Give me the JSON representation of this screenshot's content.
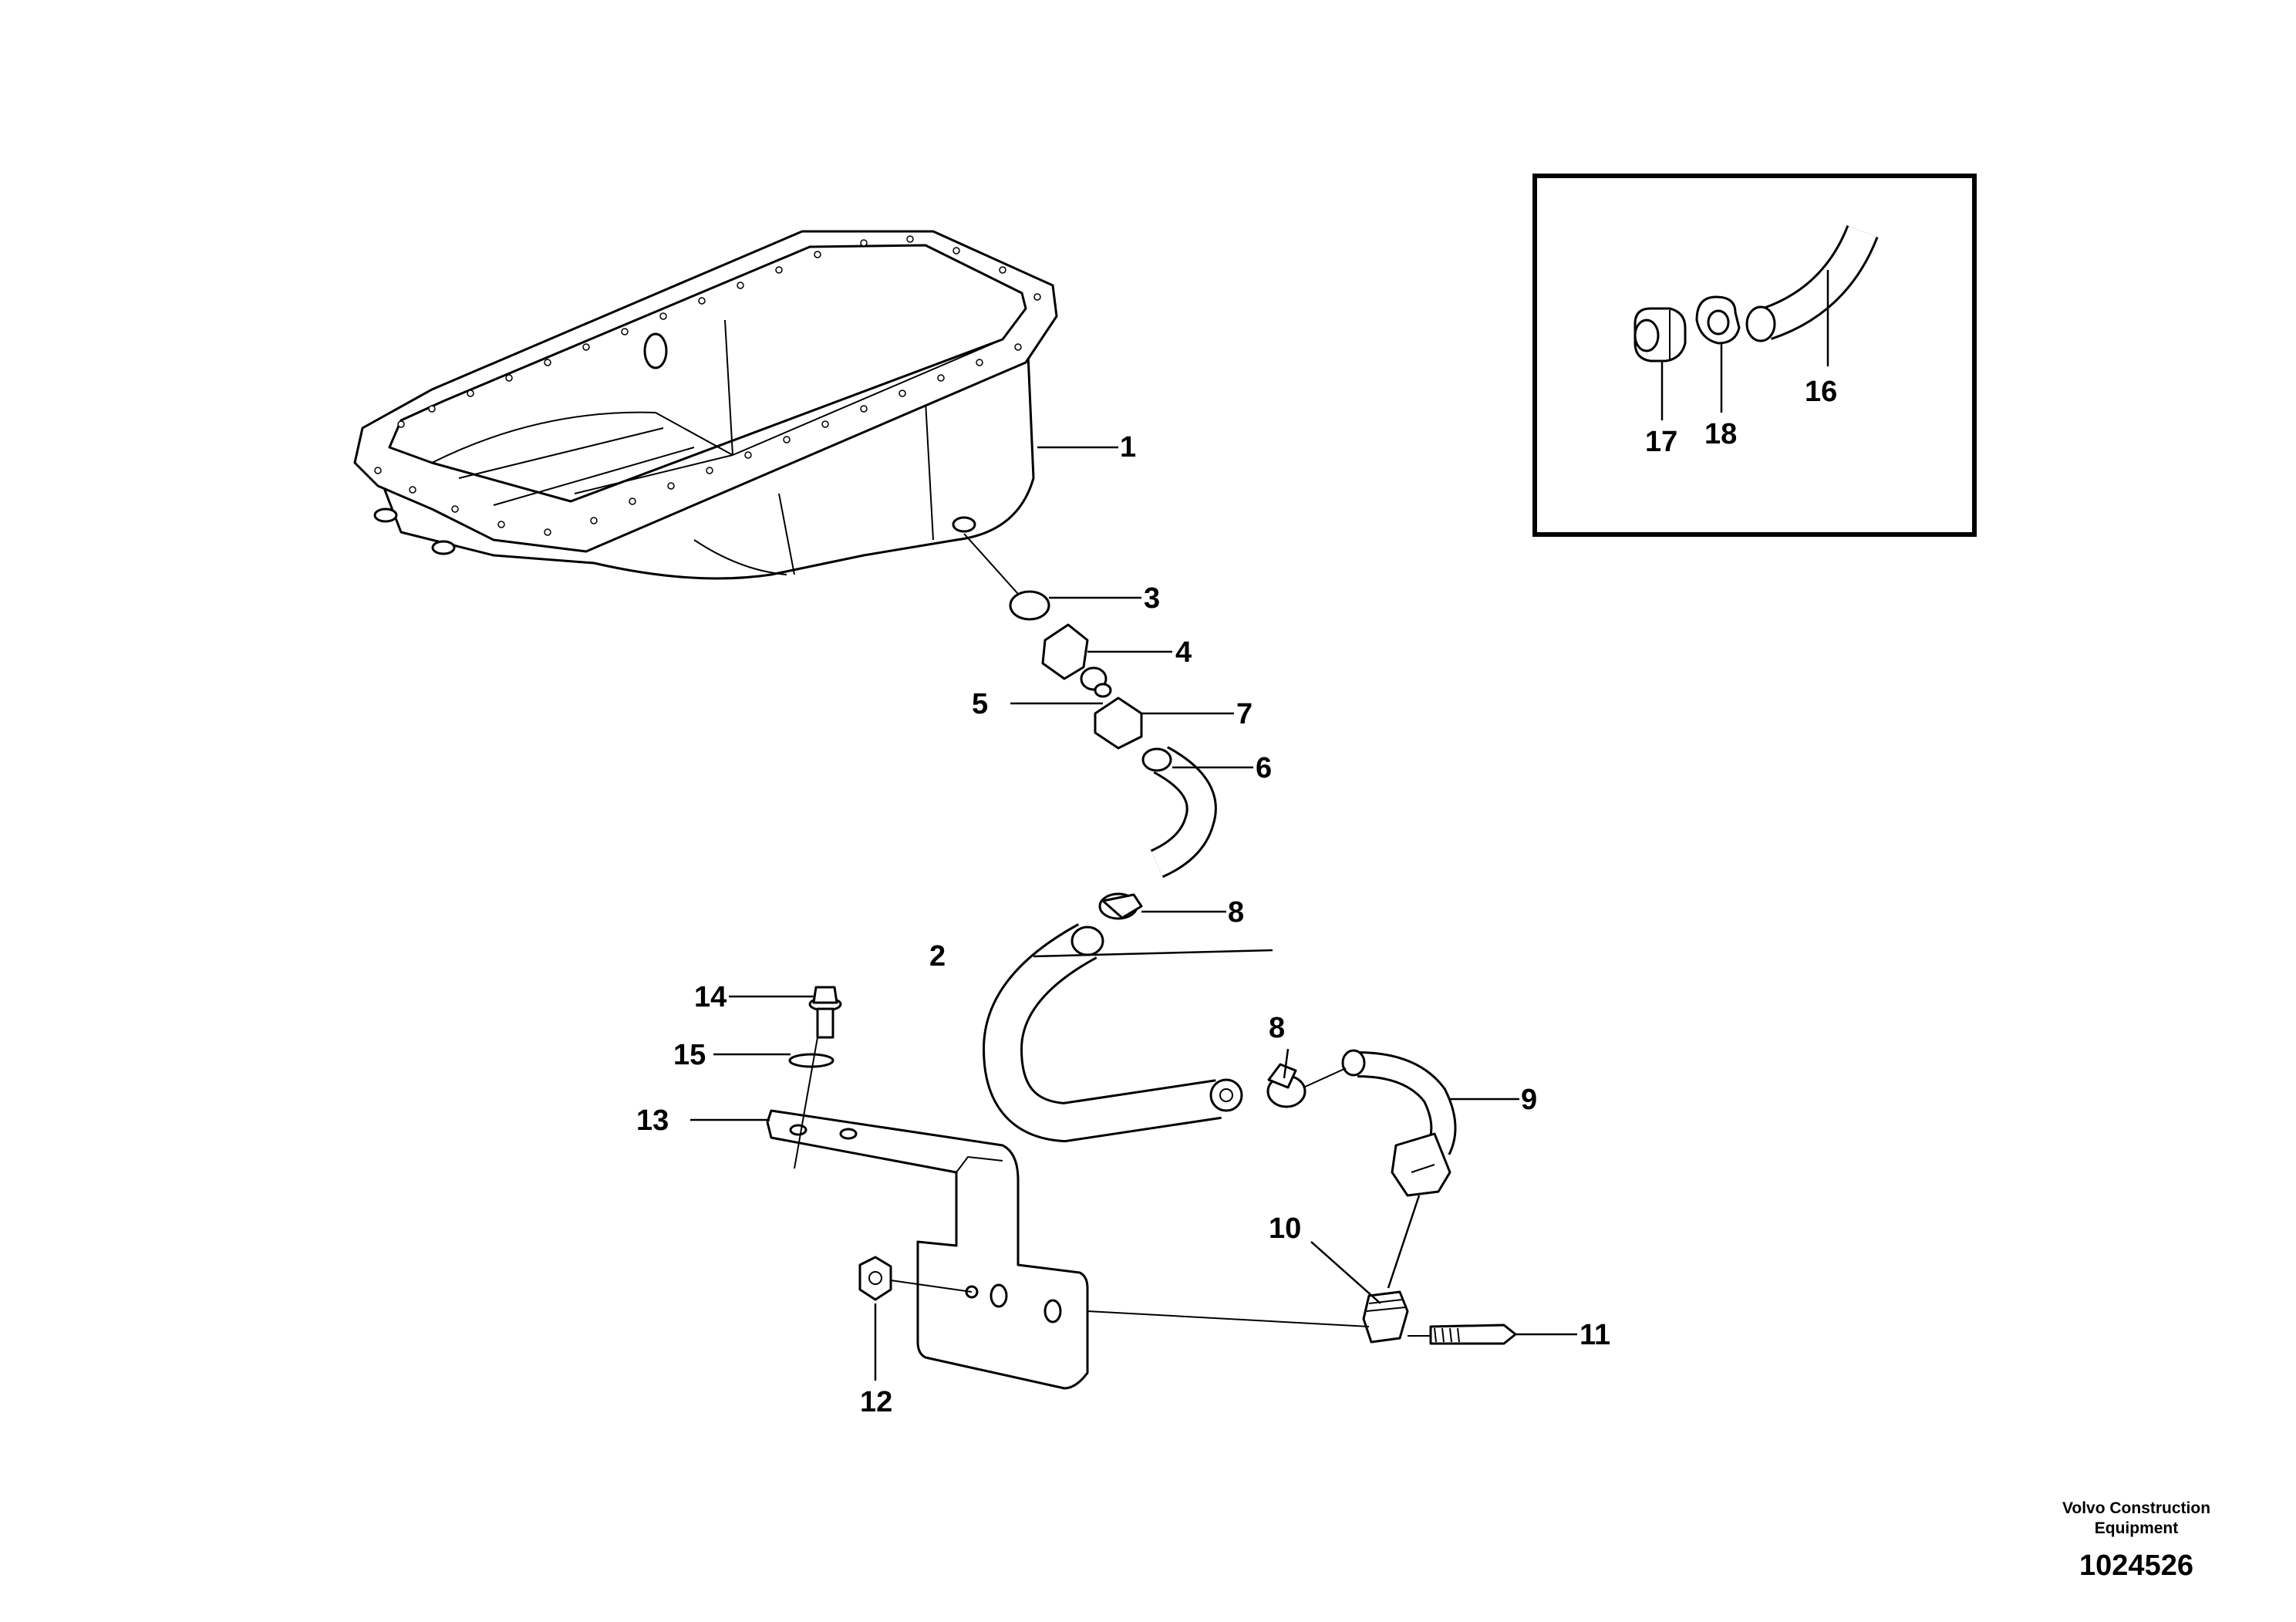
{
  "labels": {
    "l1": "1",
    "l2": "2",
    "l3": "3",
    "l4": "4",
    "l5": "5",
    "l6": "6",
    "l7": "7",
    "l8a": "8",
    "l8b": "8",
    "l9": "9",
    "l10": "10",
    "l11": "11",
    "l12": "12",
    "l13": "13",
    "l14": "14",
    "l15": "15",
    "l16": "16",
    "l17": "17",
    "l18": "18"
  },
  "footer": {
    "brand_line1": "Volvo Construction",
    "brand_line2": "Equipment",
    "doc_number": "1024526"
  }
}
